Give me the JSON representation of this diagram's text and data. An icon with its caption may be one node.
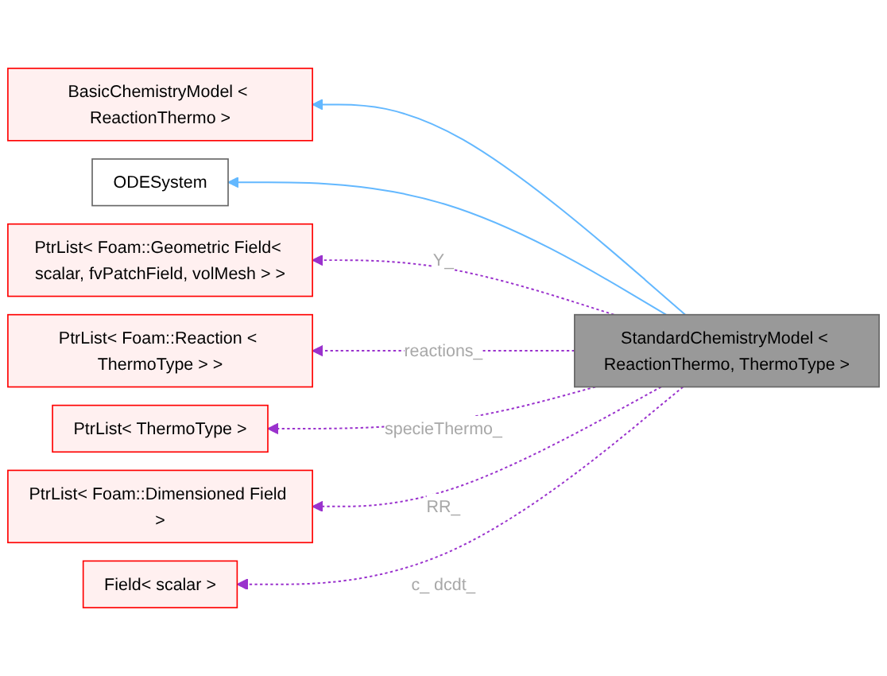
{
  "diagram": {
    "nodes": [
      {
        "text": [
          "BasicChemistryModel < ReactionThermo >"
        ]
      },
      {
        "text": [
          "ODESystem"
        ]
      },
      {
        "text": [
          "PtrList< Foam::Geometric Field< scalar, fvPatchField, volMesh > >"
        ]
      },
      {
        "text": [
          "PtrList< Foam::Reaction < ThermoType > >"
        ]
      },
      {
        "text": [
          "PtrList< ThermoType >"
        ]
      },
      {
        "text": [
          "PtrList< Foam::Dimensioned Field >"
        ]
      },
      {
        "text": [
          "Field< scalar >"
        ]
      },
      {
        "text": [
          "StandardChemistryModel < ReactionThermo, ThermoType >"
        ]
      }
    ],
    "edges": [
      {
        "from": 7,
        "to": 0,
        "arrow": "to",
        "color": "#63b8ff"
      },
      {
        "from": 7,
        "to": 1,
        "arrow": "to",
        "color": "#63b8ff"
      },
      {
        "from": 7,
        "to": 2,
        "arrow": "to",
        "label": "Y_",
        "style": "dashed"
      },
      {
        "from": 7,
        "to": 3,
        "arrow": "to",
        "label": "reactions_",
        "style": "dashed"
      },
      {
        "from": 7,
        "to": 4,
        "arrow": "to",
        "label": "specieThermo_",
        "style": "dashed"
      },
      {
        "from": 7,
        "to": 5,
        "arrow": "to",
        "label": "RR_",
        "style": "dashed"
      },
      {
        "from": 7,
        "to": 6,
        "arrow": "to",
        "label": "c_ dcdt_",
        "style": "dashed"
      }
    ]
  }
}
